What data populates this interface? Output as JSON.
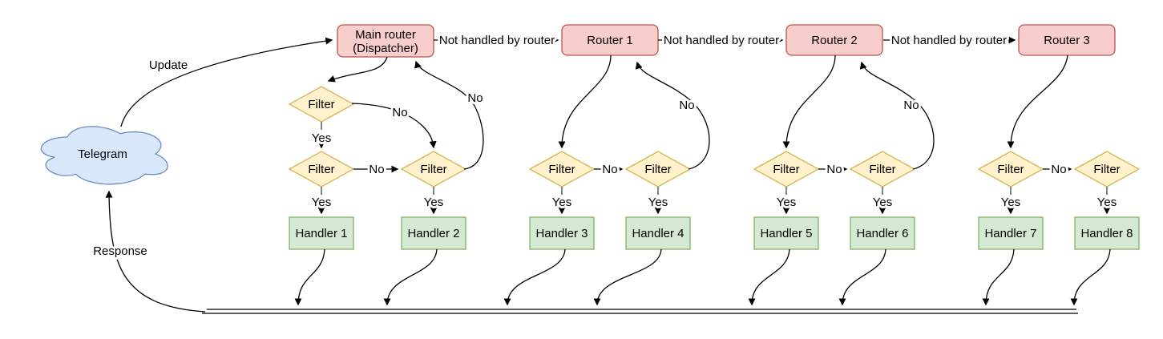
{
  "colors": {
    "cloud_fill": "#dae8fc",
    "cloud_stroke": "#6c8ebf",
    "router_fill": "#f8cecc",
    "router_stroke": "#b85450",
    "filter_fill": "#fff2cc",
    "filter_stroke": "#d6b656",
    "handler_fill": "#d5e8d4",
    "handler_stroke": "#82b366",
    "edge": "#000000",
    "yes_stub": "#666666",
    "background": "#ffffff"
  },
  "cloud": {
    "label": "Telegram"
  },
  "routers": {
    "main": {
      "line1": "Main router",
      "line2": "(Dispatcher)"
    },
    "r1": {
      "label": "Router 1"
    },
    "r2": {
      "label": "Router 2"
    },
    "r3": {
      "label": "Router 3"
    }
  },
  "filter_label": "Filter",
  "handlers": [
    "Handler 1",
    "Handler 2",
    "Handler 3",
    "Handler 4",
    "Handler 5",
    "Handler 6",
    "Handler 7",
    "Handler 8"
  ],
  "edge_labels": {
    "update": "Update",
    "response": "Response",
    "not_handled": "Not handled by router",
    "yes": "Yes",
    "no": "No"
  }
}
